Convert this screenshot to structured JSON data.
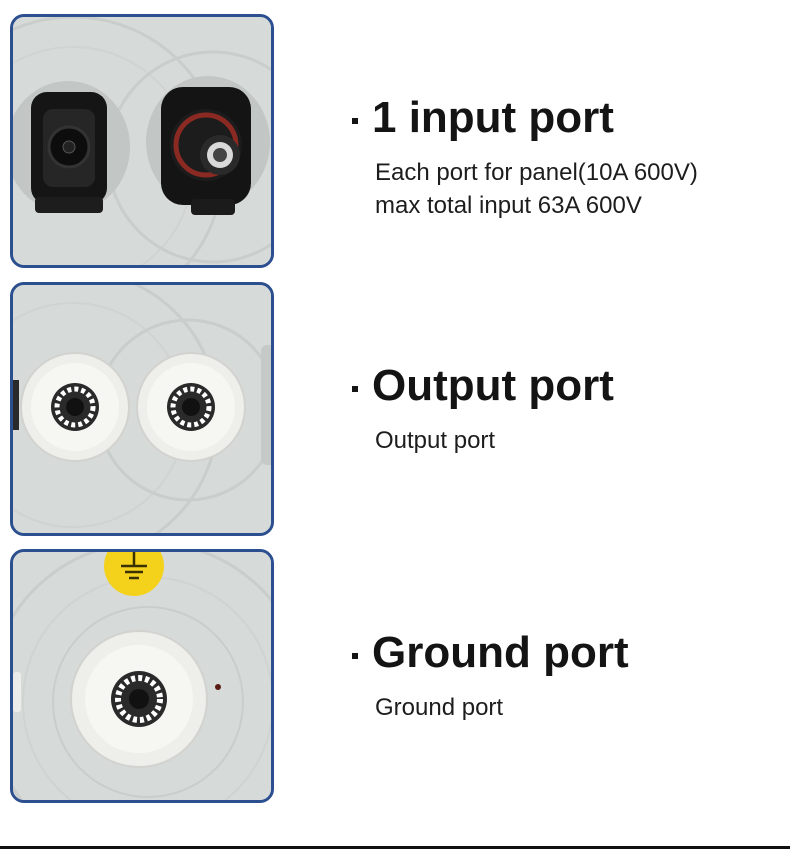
{
  "features": [
    {
      "icon": "mc4-connector-photo",
      "title": "1 input port",
      "description_lines": [
        "Each port for panel(10A 600V)",
        "max total input 63A 600V"
      ]
    },
    {
      "icon": "cable-gland-pair-photo",
      "title": "Output port",
      "description_lines": [
        "Output port"
      ]
    },
    {
      "icon": "ground-gland-photo",
      "title": "Ground port",
      "description_lines": [
        "Ground port"
      ]
    }
  ],
  "colors": {
    "frame_border": "#2c4f8f",
    "enclosure_grey": "#d8dcdb",
    "gland_white": "#f2f2ef",
    "ground_label_yellow": "#f4d21c",
    "title_text": "#141414"
  }
}
